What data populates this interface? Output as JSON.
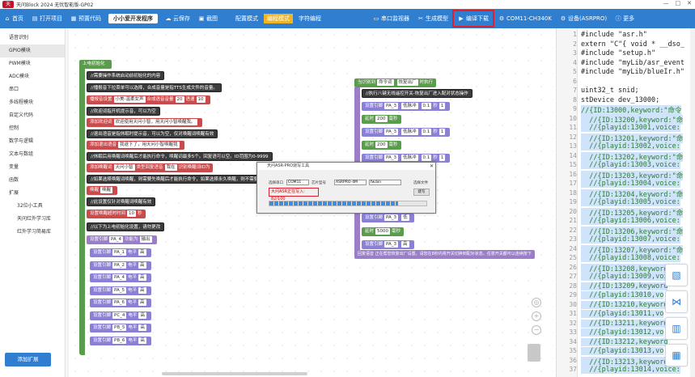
{
  "app": {
    "title": "天问Block 2024 无忧智能版-GP02",
    "window_buttons": [
      "—",
      "□",
      "✕"
    ]
  },
  "toolbar": {
    "home": "首页",
    "project": "打开项目",
    "preset_code": "预置代码",
    "mini_program": "小小爱开发程序",
    "save_to_cloud": "云保存",
    "screenshot": "截图",
    "config_mode": "配置模式",
    "graphic_mode": "编程模式",
    "char_mode": "字符编程",
    "serial_monitor": "串口监视器",
    "generate_model": "生成模型",
    "compile_download": "编译下载",
    "port": "COM11-CH340K",
    "device": "设备(ASRPRO)",
    "more": "更多"
  },
  "sidebar": {
    "items": [
      {
        "label": "语音识别",
        "sub": false,
        "selected": false
      },
      {
        "label": "GPIO模块",
        "sub": false,
        "selected": true
      },
      {
        "label": "PWM模块",
        "sub": false,
        "selected": false
      },
      {
        "label": "ADC模块",
        "sub": false,
        "selected": false
      },
      {
        "label": "串口",
        "sub": false,
        "selected": false
      },
      {
        "label": "多线程模块",
        "sub": false,
        "selected": false
      },
      {
        "label": "自定义代码",
        "sub": false,
        "selected": false
      },
      {
        "label": "控制",
        "sub": false,
        "selected": false
      },
      {
        "label": "数学与逻辑",
        "sub": false,
        "selected": false
      },
      {
        "label": "文本与数组",
        "sub": false,
        "selected": false
      },
      {
        "label": "变量",
        "sub": false,
        "selected": false
      },
      {
        "label": "函数",
        "sub": false,
        "selected": false
      },
      {
        "label": "扩展",
        "sub": false,
        "selected": false
      },
      {
        "label": "32位小工具",
        "sub": true,
        "selected": false
      },
      {
        "label": "天问红外学习库",
        "sub": true,
        "selected": false
      },
      {
        "label": "红外学习简易库",
        "sub": true,
        "selected": false
      }
    ],
    "add_extension": "添加扩展"
  },
  "workspace": {
    "left_blocks": {
      "hat": "上电初始化",
      "c1": "//需要操作系统启动前初始化的内容",
      "c2": "//播报音下拉菜单可以选择，合成音量是指TTS生成文件的音量。",
      "tts_label": "播报音设置",
      "tts_voice": "小美-温柔女声",
      "tts_vol_label": "合成语音音量",
      "tts_vol": "20",
      "tts_speed_label": "语速",
      "tts_speed": "10",
      "c3": "//欢迎词指开机提示音，可以为空",
      "welcome_label": "添加欢迎词",
      "welcome_val": "欢迎使用天问小智，用天问小智唤醒我。",
      "c4": "//退出语音是指休眠时提示音，可以为空，仅对唤醒词唤醒有效",
      "exit_label": "添加退出语音",
      "exit_val": "我退下了，用天问小智唤醒我",
      "c5": "//休眠后用唤醒词唤醒后才能执行命令，唤醒词最多5个。回复语可以空。ID范围为0-9999",
      "wake_label": "添加唤醒词",
      "wake_val": "天问小智",
      "wake_type": "类型",
      "wake_reply_label": "回复语音",
      "wake_reply": "我在",
      "wake_tail": "识别唤醒词ID为",
      "c6": "//如果选择唤醒词唤醒，则需要先唤醒后才能执行命令，如果选择永久唤醒，则不需要唤醒，直接",
      "wake_mode": "唤醒",
      "wake_mode_opt": "唤醒",
      "c7": "//此设置仅针对唤醒词唤醒有效",
      "timeout_label": "设置唤醒超时时间",
      "timeout_val": "10",
      "timeout_unit": "秒",
      "c8": "//以下为上电初始化设置，请勿更改",
      "pin_func_prefix": "设置引脚",
      "pin_func_pin": "PA_4",
      "pin_func_label": "功能为",
      "pin_func_val": "输出",
      "pin_rows": [
        {
          "prefix": "设置引脚",
          "pin": "PA_1",
          "level_label": "电平",
          "level": "高"
        },
        {
          "prefix": "设置引脚",
          "pin": "PA_2",
          "level_label": "电平",
          "level": "高"
        },
        {
          "prefix": "设置引脚",
          "pin": "PA_4",
          "level_label": "电平",
          "level": "高"
        },
        {
          "prefix": "设置引脚",
          "pin": "PA_5",
          "level_label": "电平",
          "level": "高"
        },
        {
          "prefix": "设置引脚",
          "pin": "PA_6",
          "level_label": "电平",
          "level": "高"
        },
        {
          "prefix": "设置引脚",
          "pin": "PC_4",
          "level_label": "电平",
          "level": "高"
        },
        {
          "prefix": "设置引脚",
          "pin": "PB_5",
          "level_label": "电平",
          "level": "高"
        },
        {
          "prefix": "设置引脚",
          "pin": "PB_6",
          "level_label": "电平",
          "level": "高"
        }
      ]
    },
    "right_blocks": {
      "trigger_when": "当识别到",
      "trigger_opt": "命令词",
      "trigger_val": "恢复出厂",
      "trigger_tail": "时执行",
      "c1": "//执行八键无线遥控开关-恢复出厂进入配对状态操作",
      "pin_set": "设置引脚",
      "pin": "PA_3",
      "level_label": "低脉冲",
      "level_val": "0.1",
      "unit": "秒",
      "count": "1",
      "delay": "延时",
      "delay_val": "200",
      "delay_unit": "毫秒",
      "low_label": "低",
      "long_delay": "5000",
      "level_high": "高",
      "footer": "回复语音 正在帮您恢复出厂设置，请您在8秒内将开关切换到配对状态，任意开关都可以连续按下"
    }
  },
  "dialog": {
    "title": "天问ASR-PRO烧写工具",
    "close": "✕",
    "port_label": "选择串口",
    "port_val": "COM11",
    "chip_label": "芯片型号",
    "chip_val": "ASRPRO-4M",
    "file_val": "fw.bin",
    "select_file": "选择文件",
    "button": "烧写",
    "status": "大问ASR正在写入: 82/100",
    "progress": 0.82
  },
  "code": {
    "lines": [
      {
        "n": "1",
        "t": "#include \"asr.h\"",
        "type": "code"
      },
      {
        "n": "2",
        "t": "extern \"C\"{ void * __dso_",
        "type": "code"
      },
      {
        "n": "3",
        "t": "#include \"setup.h\"",
        "type": "code"
      },
      {
        "n": "4",
        "t": "#include \"myLib/asr_event",
        "type": "code"
      },
      {
        "n": "5",
        "t": "#include \"myLib/blueIr.h\"",
        "type": "code"
      },
      {
        "n": "6",
        "t": "",
        "type": "code"
      },
      {
        "n": "7",
        "t": "uint32_t snid;",
        "type": "code"
      },
      {
        "n": "8",
        "t": "stDevice dev_13000;",
        "type": "code"
      },
      {
        "n": "9",
        "t": "//{ID:13000,keyword:\"命令",
        "type": "cmt"
      },
      {
        "n": "10",
        "t": "  //{ID:13200,keyword:\"命",
        "type": "cmt"
      },
      {
        "n": "11",
        "t": "  //{playid:13001,voice:",
        "type": "cmt"
      },
      {
        "n": "12",
        "t": "  //{ID:13201,keyword:\"命",
        "type": "cmt"
      },
      {
        "n": "13",
        "t": "  //{playid:13002,voice:",
        "type": "cmt"
      },
      {
        "n": "14",
        "t": "  //{ID:13202,keyword:\"命",
        "type": "cmt"
      },
      {
        "n": "15",
        "t": "  //{playid:13003,voice:",
        "type": "cmt"
      },
      {
        "n": "16",
        "t": "  //{ID:13203,keyword:\"命",
        "type": "cmt"
      },
      {
        "n": "17",
        "t": "  //{playid:13004,voice:",
        "type": "cmt"
      },
      {
        "n": "18",
        "t": "  //{ID:13204,keyword:\"命",
        "type": "cmt"
      },
      {
        "n": "19",
        "t": "  //{playid:13005,voice:",
        "type": "cmt"
      },
      {
        "n": "20",
        "t": "  //{ID:13205,keyword:\"命",
        "type": "cmt"
      },
      {
        "n": "21",
        "t": "  //{playid:13006,voice:",
        "type": "cmt"
      },
      {
        "n": "22",
        "t": "  //{ID:13206,keyword:\"命",
        "type": "cmt"
      },
      {
        "n": "23",
        "t": "  //{playid:13007,voice:",
        "type": "cmt"
      },
      {
        "n": "24",
        "t": "  //{ID:13207,keyword:\"命",
        "type": "cmt"
      },
      {
        "n": "25",
        "t": "  //{playid:13008,voice:",
        "type": "cmt"
      },
      {
        "n": "26",
        "t": "  //{ID:13208,keyword:\"命",
        "type": "cmt"
      },
      {
        "n": "27",
        "t": "  //{playid:13009,voi",
        "type": "cmt"
      },
      {
        "n": "28",
        "t": "  //{ID:13209,keyword",
        "type": "cmt"
      },
      {
        "n": "29",
        "t": "  //{playid:13010,vo",
        "type": "cmt"
      },
      {
        "n": "30",
        "t": "  //{ID:13210,keyword",
        "type": "cmt"
      },
      {
        "n": "31",
        "t": "  //{playid:13011,vo",
        "type": "cmt"
      },
      {
        "n": "32",
        "t": "  //{ID:13211,keyword",
        "type": "cmt"
      },
      {
        "n": "33",
        "t": "  //{playid:13012,vo",
        "type": "cmt"
      },
      {
        "n": "34",
        "t": "  //{ID:13212,keyword",
        "type": "cmt"
      },
      {
        "n": "35",
        "t": "  //{playid:13013,vo",
        "type": "cmt"
      },
      {
        "n": "36",
        "t": "  //{ID:13213,keyword:\"命",
        "type": "cmt"
      },
      {
        "n": "37",
        "t": "  //{playid:13014,voice:",
        "type": "cmt"
      }
    ]
  },
  "colors": {
    "toolbar": "#2f7ecf",
    "highlight": "#e0202c",
    "block_red": "#c94b4b",
    "block_green": "#5b9b4d",
    "block_purple": "#9a7fc8",
    "comment_green": "#2e7d32"
  }
}
